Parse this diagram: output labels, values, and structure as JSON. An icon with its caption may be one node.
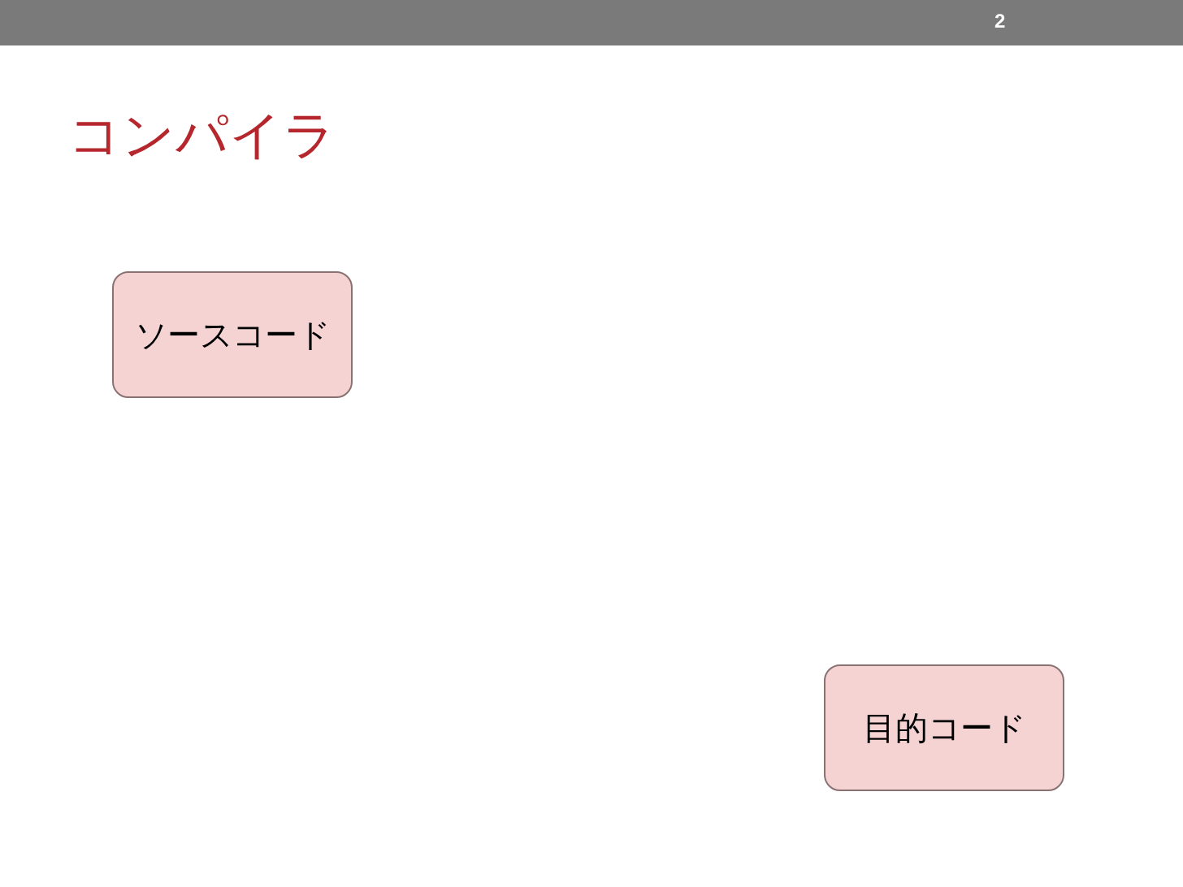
{
  "diagram": {
    "title": "コンパイラ",
    "nodes": [
      {
        "text": [
          "ソースコード"
        ]
      },
      {
        "text": [
          "目的コード"
        ]
      }
    ],
    "edges": [],
    "labels": [
      "2"
    ]
  }
}
